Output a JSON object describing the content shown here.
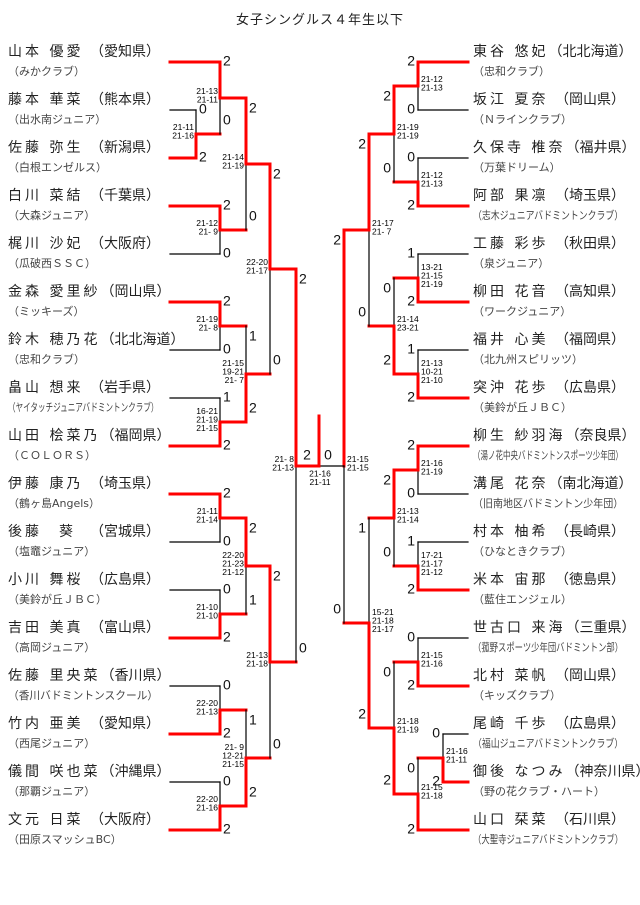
{
  "title": "女子シングルス４年生以下",
  "colors": {
    "winner_line": "#ff0000",
    "line": "#000000"
  },
  "left_players": [
    {
      "name": "山本 優愛",
      "pref": "（愛知県）",
      "club": "（みかクラブ）"
    },
    {
      "name": "藤本 華菜",
      "pref": "（熊本県）",
      "club": "（出水南ジュニア）"
    },
    {
      "name": "佐藤 弥生",
      "pref": "（新潟県）",
      "club": "（白根エンゼルス）"
    },
    {
      "name": "白川 菜結",
      "pref": "（千葉県）",
      "club": "（大森ジュニア）"
    },
    {
      "name": "梶川 沙妃",
      "pref": "（大阪府）",
      "club": "（瓜破西ＳＳＣ）"
    },
    {
      "name": "金森 愛里紗",
      "pref": "（岡山県）",
      "club": "（ミッキーズ）"
    },
    {
      "name": "鈴木 穂乃花",
      "pref": "（北北海道）",
      "club": "（忠和クラブ）"
    },
    {
      "name": "畠山 想来",
      "pref": "（岩手県）",
      "club": "（ヤイタッチジュニアバドミントンクラブ）"
    },
    {
      "name": "山田 桧菜乃",
      "pref": "（福岡県）",
      "club": "（ＣＯＬＯＲＳ）"
    },
    {
      "name": "伊藤 康乃",
      "pref": "（埼玉県）",
      "club": "（鶴ヶ島Angels）"
    },
    {
      "name": "後藤　葵",
      "pref": "（宮城県）",
      "club": "（塩竈ジュニア）"
    },
    {
      "name": "小川 舞桜",
      "pref": "（広島県）",
      "club": "（美鈴が丘ＪＢＣ）"
    },
    {
      "name": "吉田 美真",
      "pref": "（富山県）",
      "club": "（高岡ジュニア）"
    },
    {
      "name": "佐藤 里央菜",
      "pref": "（香川県）",
      "club": "（香川バドミントンスクール）"
    },
    {
      "name": "竹内 亜美",
      "pref": "（愛知県）",
      "club": "（西尾ジュニア）"
    },
    {
      "name": "儀間 咲也菜",
      "pref": "（沖縄県）",
      "club": "（那覇ジュニア）"
    },
    {
      "name": "文元 日菜",
      "pref": "（大阪府）",
      "club": "（田原スマッシュBC）"
    }
  ],
  "right_players": [
    {
      "name": "東谷 悠妃",
      "pref": "（北北海道）",
      "club": "（忠和クラブ）"
    },
    {
      "name": "坂江 夏奈",
      "pref": "（岡山県）",
      "club": "（Ｎラインクラブ）"
    },
    {
      "name": "久保寺 椎奈",
      "pref": "（福井県）",
      "club": "（万葉ドリーム）"
    },
    {
      "name": "阿部 果凛",
      "pref": "（埼玉県）",
      "club": "（志木ジュニアバドミントンクラブ）"
    },
    {
      "name": "工藤 彩歩",
      "pref": "（秋田県）",
      "club": "（泉ジュニア）"
    },
    {
      "name": "柳田 花音",
      "pref": "（高知県）",
      "club": "（ワークジュニア）"
    },
    {
      "name": "福井 心美",
      "pref": "（福岡県）",
      "club": "（北九州スピリッツ）"
    },
    {
      "name": "突沖 花歩",
      "pref": "（広島県）",
      "club": "（美鈴が丘ＪＢＣ）"
    },
    {
      "name": "柳生 紗羽海",
      "pref": "（奈良県）",
      "club": "（湯ノ花中央バドミントンスポーツ少年団）"
    },
    {
      "name": "溝尾 花奈",
      "pref": "（南北海道）",
      "club": "（旧南地区バドミントン少年団）"
    },
    {
      "name": "村本 柚希",
      "pref": "（長崎県）",
      "club": "（ひなときクラブ）"
    },
    {
      "name": "米本 宙那",
      "pref": "（徳島県）",
      "club": "（藍住エンジェル）"
    },
    {
      "name": "世古口 来海",
      "pref": "（三重県）",
      "club": "（菰野スポーツ少年団バドミントン部）"
    },
    {
      "name": "北村 菜帆",
      "pref": "（岡山県）",
      "club": "（キッズクラブ）"
    },
    {
      "name": "尾崎 千歩",
      "pref": "（広島県）",
      "club": "（福山ジュニアバドミントンクラブ）"
    },
    {
      "name": "御後 なつみ",
      "pref": "（神奈川県）",
      "club": "（野の花クラブ・ハート）"
    },
    {
      "name": "山口 栞菜",
      "pref": "（石川県）",
      "club": "（大聖寺ジュニアバドミントンクラブ）"
    }
  ],
  "left_matches": [
    {
      "scores": [
        "21-11",
        "21-16"
      ],
      "games": [
        0,
        2
      ]
    },
    {
      "scores": [
        "21-13",
        "21-11"
      ],
      "games": [
        2,
        0
      ]
    },
    {
      "scores": [
        "21-12",
        "21- 9"
      ],
      "games": [
        2,
        0
      ]
    },
    {
      "scores": [
        "21-14",
        "21-19"
      ],
      "games": [
        2,
        0
      ]
    },
    {
      "scores": [
        "21-19",
        "21- 8"
      ],
      "games": [
        2,
        0
      ]
    },
    {
      "scores": [
        "16-21",
        "21-19",
        "21-15"
      ],
      "games": [
        1,
        2
      ]
    },
    {
      "scores": [
        "21-15",
        "19-21",
        "21- 7"
      ],
      "games": [
        1,
        2
      ]
    },
    {
      "scores": [
        "22-20",
        "21-17"
      ],
      "games": [
        2,
        0
      ]
    },
    {
      "scores": [
        "21-11",
        "21-14"
      ],
      "games": [
        2,
        0
      ]
    },
    {
      "scores": [
        "21-10",
        "21-10"
      ],
      "games": [
        0,
        2
      ]
    },
    {
      "scores": [
        "22-20",
        "21-23",
        "21-12"
      ],
      "games": [
        2,
        1
      ]
    },
    {
      "scores": [
        "22-20",
        "21-13"
      ],
      "games": [
        0,
        2
      ]
    },
    {
      "scores": [
        "22-20",
        "21-16"
      ],
      "games": [
        0,
        2
      ]
    },
    {
      "scores": [
        "21- 9",
        "12-21",
        "21-15"
      ],
      "games": [
        1,
        2
      ]
    },
    {
      "scores": [
        "21-13",
        "21-18"
      ],
      "games": [
        2,
        0
      ]
    },
    {
      "scores": [
        "21- 8",
        "21-13"
      ],
      "games": [
        2,
        0
      ]
    }
  ],
  "right_matches": [
    {
      "scores": [
        "21-12",
        "21-13"
      ],
      "games": [
        2,
        0
      ]
    },
    {
      "scores": [
        "21-12",
        "21-13"
      ],
      "games": [
        0,
        2
      ]
    },
    {
      "scores": [
        "21-19",
        "21-19"
      ],
      "games": [
        2,
        0
      ]
    },
    {
      "scores": [
        "13-21",
        "21-15",
        "21-19"
      ],
      "games": [
        1,
        2
      ]
    },
    {
      "scores": [
        "21-13",
        "10-21",
        "21-10"
      ],
      "games": [
        1,
        2
      ]
    },
    {
      "scores": [
        "21-14",
        "23-21"
      ],
      "games": [
        0,
        2
      ]
    },
    {
      "scores": [
        "21-17",
        "21- 7"
      ],
      "games": [
        2,
        0
      ]
    },
    {
      "scores": [
        "21-16",
        "21-19"
      ],
      "games": [
        2,
        0
      ]
    },
    {
      "scores": [
        "17-21",
        "21-17",
        "21-12"
      ],
      "games": [
        1,
        2
      ]
    },
    {
      "scores": [
        "21-13",
        "21-14"
      ],
      "games": [
        2,
        0
      ]
    },
    {
      "scores": [
        "21-15",
        "21-16"
      ],
      "games": [
        0,
        2
      ]
    },
    {
      "scores": [
        "21-16",
        "21-11"
      ],
      "games": [
        0,
        2
      ]
    },
    {
      "scores": [
        "21-15",
        "21-18"
      ],
      "games": [
        0,
        2
      ]
    },
    {
      "scores": [
        "21-18",
        "21-19"
      ],
      "games": [
        0,
        2
      ]
    },
    {
      "scores": [
        "15-21",
        "21-18",
        "21-17"
      ],
      "games": [
        1,
        2
      ]
    },
    {
      "scores": [
        "21-15",
        "21-15"
      ],
      "games": [
        2,
        0
      ]
    }
  ],
  "final": {
    "scores": [
      "21-16",
      "21-11"
    ],
    "games": [
      2,
      0
    ]
  }
}
